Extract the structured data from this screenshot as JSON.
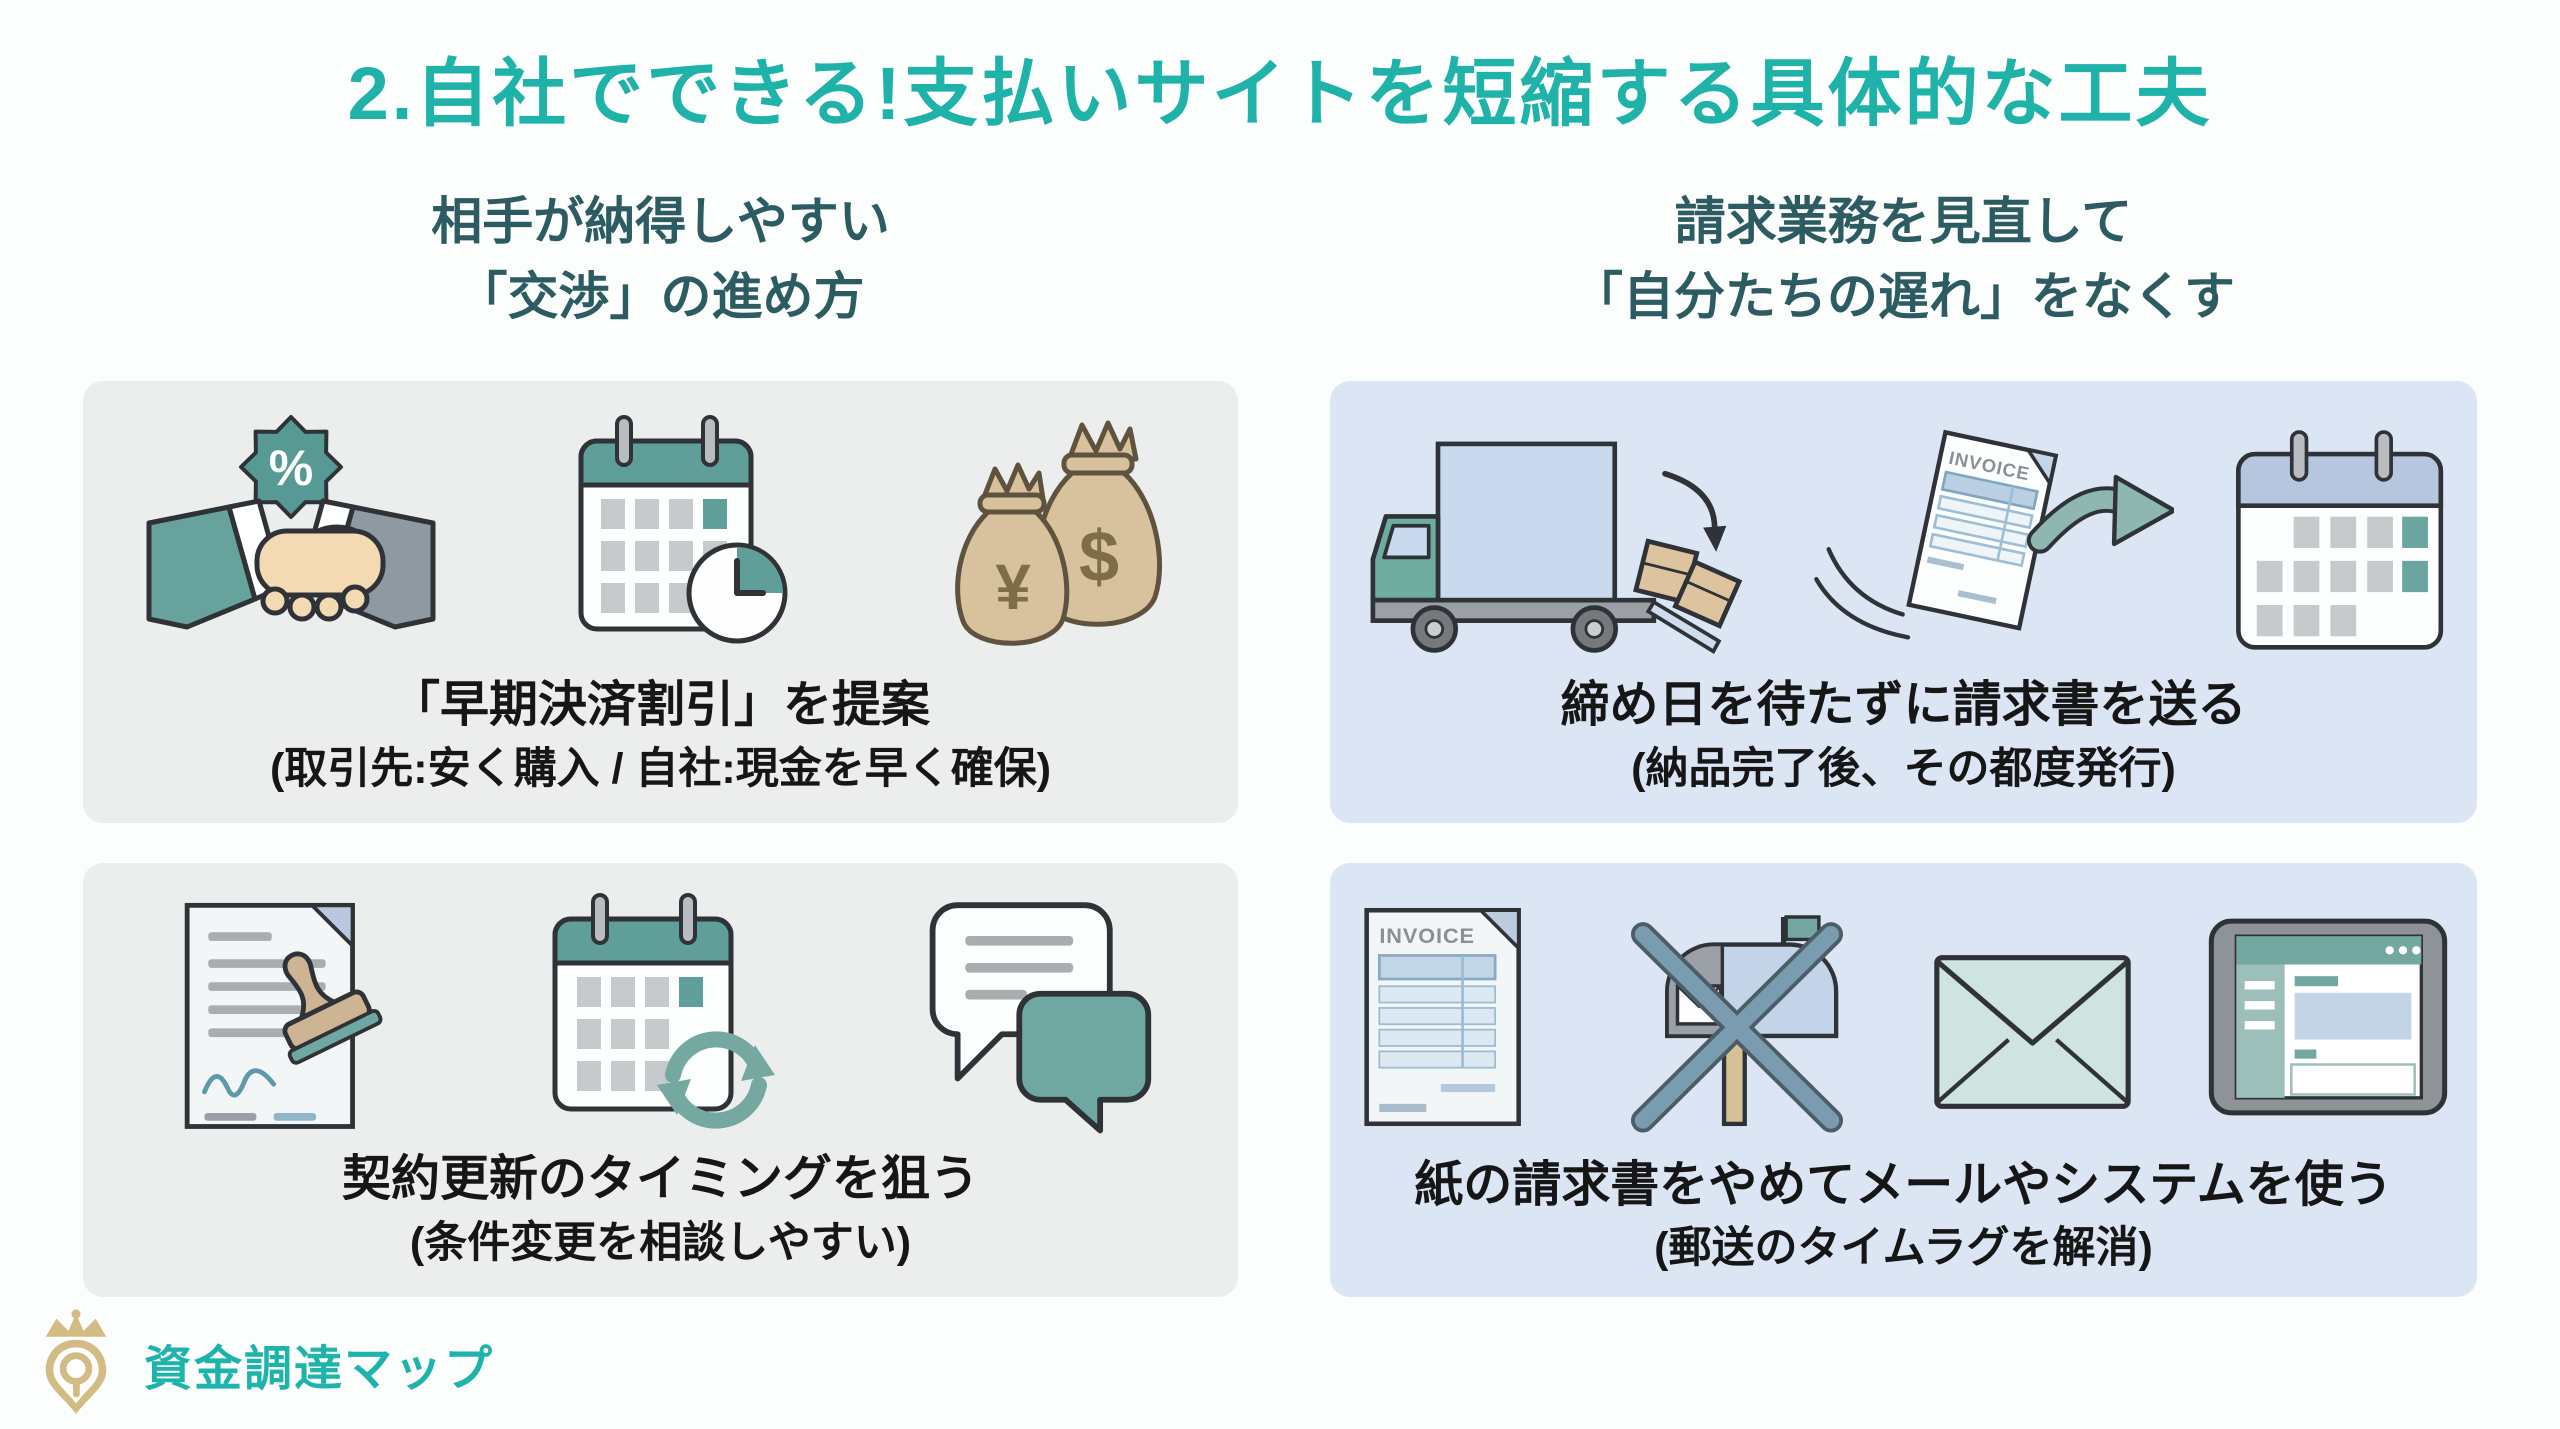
{
  "title": "2.自社でできる!支払いサイトを短縮する具体的な工夫",
  "columns": {
    "left": {
      "line1": "相手が納得しやすい",
      "line2": "「交渉」の進め方"
    },
    "right": {
      "line1": "請求業務を見直して",
      "line2": "「自分たちの遅れ」をなくす"
    }
  },
  "cards": {
    "early_discount": {
      "title": "「早期決済割引」を提案",
      "subtitle": "(取引先:安く購入 / 自社:現金を早く確保)"
    },
    "send_invoice_early": {
      "title": "締め日を待たずに請求書を送る",
      "subtitle": "(納品完了後、その都度発行)"
    },
    "contract_renewal": {
      "title": "契約更新のタイミングを狙う",
      "subtitle": "(条件変更を相談しやすい)"
    },
    "digital_invoice": {
      "title": "紙の請求書をやめてメールやシステムを使う",
      "subtitle": "(郵送のタイムラグを解消)"
    }
  },
  "icon_text": {
    "percent": "%",
    "yen": "¥",
    "dollar": "$",
    "invoice_label": "INVOICE"
  },
  "logo": {
    "text": "資金調達マップ"
  },
  "colors": {
    "title_teal": "#1FB2A9",
    "header_teal": "#2C5B62",
    "card_gray": "#EBEEED",
    "card_blue": "#DBE5F4",
    "icon_teal": "#6FA7A1",
    "badge_teal": "#579A95",
    "calendar_blue_header": "#B7C6DF",
    "money_tan": "#D8C19D",
    "cargo_blue": "#C9DAEE",
    "cross_slate": "#7A9CB0",
    "logo_gold": "#D3BC84"
  }
}
